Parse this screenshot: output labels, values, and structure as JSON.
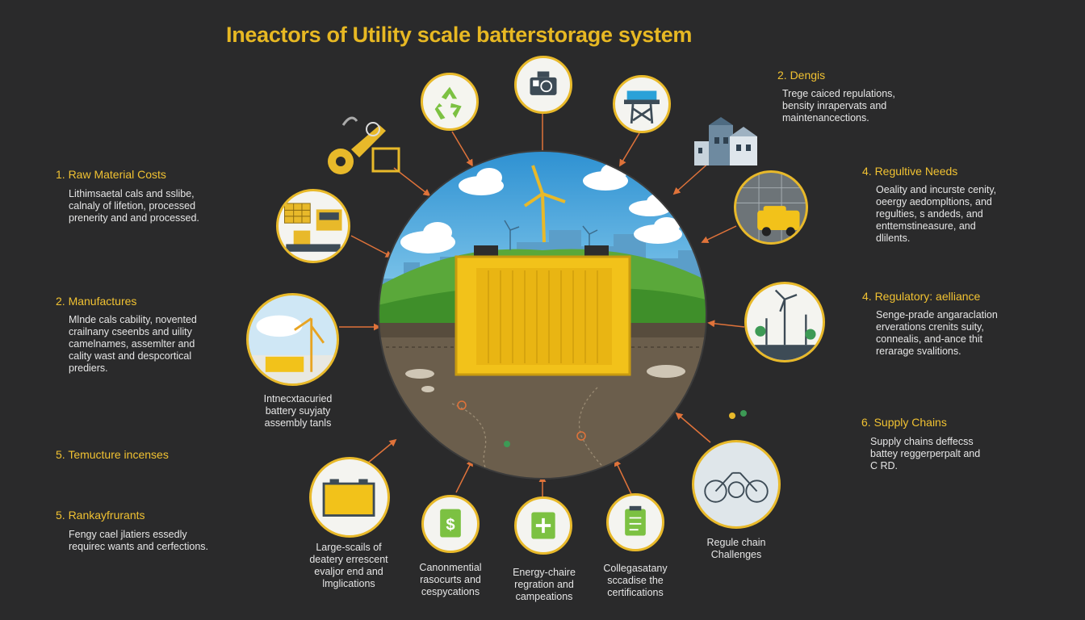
{
  "title": "Ineactors of Utility scale batterstorage system",
  "left_items": [
    {
      "heading": "1. Raw Material Costs",
      "lines": [
        "Lithimsaetal cals and sslibe,",
        "calnaly of lifetion, processed",
        "prenerity and and processed."
      ]
    },
    {
      "heading": "2. Manufactures",
      "lines": [
        "Mlnde cals cability, novented",
        "crailnany cseenbs and uility",
        "camelnames, assemlter and",
        "cality wast and despcortical",
        "prediers."
      ]
    },
    {
      "heading": "5. Temucture incenses",
      "lines": []
    },
    {
      "heading": "5. Rankayfrurants",
      "lines": [
        "Fengy cael jlatiers essedly",
        "requirec wants and cerfections."
      ]
    }
  ],
  "right_items": [
    {
      "heading": "2. Dengis",
      "lines": [
        "Trege caiced repulations,",
        "bensity inrapervats and",
        "maintenancections."
      ]
    },
    {
      "heading": "4. Regultive Needs",
      "lines": [
        "Oeality and incurste cenity,",
        "oeergy aedompltions, and",
        "regulties, s andeds, and",
        "enttemstineasure, and",
        "dlilents."
      ]
    },
    {
      "heading": "4. Regulatory: aelliance",
      "lines": [
        "Senge-prade angaraclation",
        "erverations crenits suity,",
        "connealis, and-ance thit",
        "rerarage svalitions."
      ]
    }
  ],
  "supply": {
    "heading": "6. Supply Chains",
    "lines": [
      "Supply chains deffecss",
      "battey reggerperpalt and",
      "C RD."
    ]
  },
  "captions": {
    "assembly": [
      "Intnecxtacuried",
      "battery suyjaty",
      "assembly tanls"
    ],
    "large_scale": [
      "Large-scails of",
      "deatery errescent",
      "evaljor end and",
      "lmglications"
    ],
    "environmental": [
      "Canonmential",
      "rasocurts and",
      "cespycations"
    ],
    "energy": [
      "Energy-chaire",
      "regration and",
      "campeations"
    ],
    "certification": [
      "Collegasatany",
      "sccadise the",
      "certifications"
    ],
    "regule": [
      "Regule chain",
      "Challenges"
    ]
  },
  "icons": {
    "recycle": "recycle-icon",
    "device": "device-icon",
    "water_tower": "water-tower-icon",
    "city": "city-icon",
    "excavator": "excavator-icon",
    "dollar": "dollar-icon",
    "plus": "plus-icon"
  },
  "colors": {
    "accent": "#e8b92a",
    "background": "#2a2a2b",
    "arrow": "#e0733a",
    "icon_green": "#7cc142"
  }
}
